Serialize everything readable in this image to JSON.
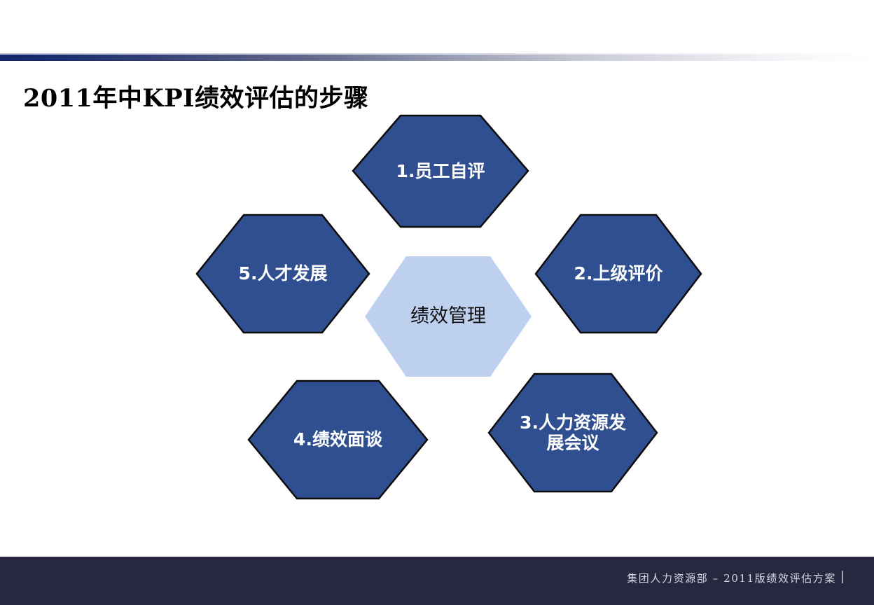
{
  "slide": {
    "title": "2011年中KPI绩效评估的步骤",
    "background_color": "#ffffff"
  },
  "theme": {
    "hex_fill": "#2f4f91",
    "hex_border": "#0b0b0b",
    "hex_text": "#ffffff",
    "center_hex_fill": "#bdd0ee",
    "center_hex_text": "#111111",
    "topbar_gradient_start": "#14256b",
    "topbar_gradient_end": "#ffffff",
    "footer_band_color": "#272840",
    "footer_text_color": "#d8d9e4",
    "title_color": "#000000"
  },
  "diagram": {
    "type": "hexagon-cycle",
    "center": {
      "label": "绩效管理",
      "fill": "#bdd0ee"
    },
    "steps": [
      {
        "number": "1",
        "label": "1.员工自评",
        "position": "top"
      },
      {
        "number": "2",
        "label": "2.上级评价",
        "position": "right"
      },
      {
        "number": "3",
        "label": "3.人力资源发\n展会议",
        "position": "bottom-right"
      },
      {
        "number": "4",
        "label": "4.绩效面谈",
        "position": "bottom-left"
      },
      {
        "number": "5",
        "label": "5.人才发展",
        "position": "left"
      }
    ]
  },
  "footer": {
    "text": "集团人力资源部 – 2011版绩效评估方案",
    "page_mark": "|"
  }
}
